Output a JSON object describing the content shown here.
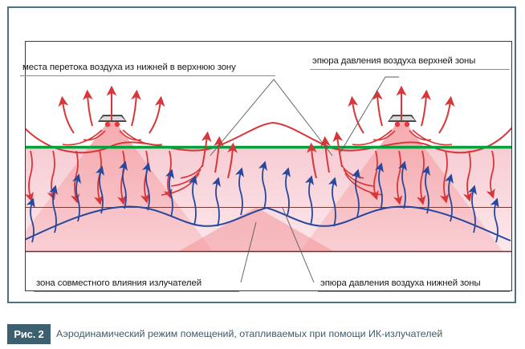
{
  "figure": {
    "badge_label": "Рис. 2",
    "caption": "Аэродинамический режим помещений, отапливаемых при помощи ИК-излучателей"
  },
  "diagram": {
    "labels": [
      {
        "id": "upper-transfer",
        "text": "места перетока воздуха из нижней в верхнюю зону"
      },
      {
        "id": "upper-pressure-diagram",
        "text": "эпюра давления воздуха верхней зоны"
      },
      {
        "id": "joint-influence-zone",
        "text": "зона совместного влияния излучателей"
      },
      {
        "id": "lower-pressure-diagram",
        "text": "эпюра давления воздуха нижней зоны"
      }
    ],
    "colors": {
      "frame": "#4c7383",
      "upper_zone_line": "#00a03c",
      "upper_pressure_curve": "#d9363a",
      "lower_pressure_curve": "#27489c",
      "radiator_cone": "#f2a3a5",
      "lower_zone_fill": "#f8d9dd",
      "boundary_line": "#7a2b24",
      "badge": "#3c6070",
      "caption_text": "#3e5b68"
    },
    "elements": {
      "emitters": 2,
      "green_zone_divider_label": "граница верхней зоны",
      "red_arrows": "потоки воздуха верхней зоны",
      "blue_arrows": "потоки воздуха нижней зоны"
    }
  }
}
